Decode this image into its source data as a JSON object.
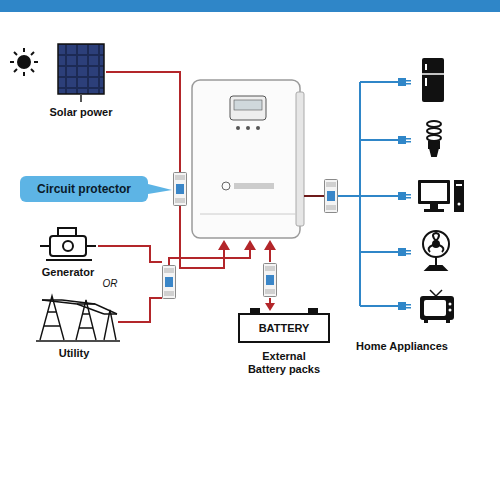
{
  "diagram": {
    "nodes": [
      {
        "text": [
          "Circuit protector"
        ]
      },
      {
        "text": [
          "BATTERY",
          "External Battery packs"
        ]
      }
    ],
    "labels": [
      "Solar power",
      "Generator",
      "OR",
      "Utility",
      "Home Appliances"
    ]
  }
}
